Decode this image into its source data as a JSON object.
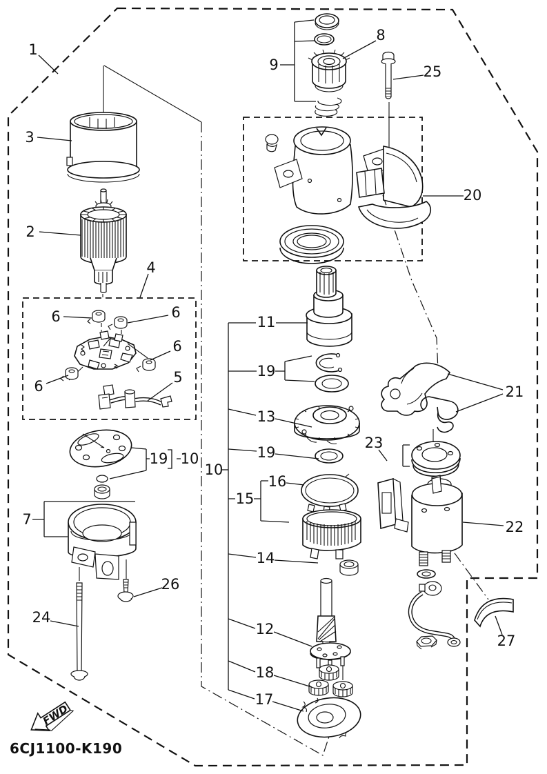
{
  "diagram": {
    "part_code": "6CJ1100-K190",
    "fwd_label": "FWD",
    "ink_color": "#111111",
    "background_color": "#ffffff",
    "callouts": [
      {
        "n": "1"
      },
      {
        "n": "3"
      },
      {
        "n": "2"
      },
      {
        "n": "4"
      },
      {
        "n": "6"
      },
      {
        "n": "6"
      },
      {
        "n": "6"
      },
      {
        "n": "6"
      },
      {
        "n": "5"
      },
      {
        "n": "19"
      },
      {
        "n": "10"
      },
      {
        "n": "7"
      },
      {
        "n": "26"
      },
      {
        "n": "24"
      },
      {
        "n": "9"
      },
      {
        "n": "8"
      },
      {
        "n": "25"
      },
      {
        "n": "20"
      },
      {
        "n": "11"
      },
      {
        "n": "19"
      },
      {
        "n": "13"
      },
      {
        "n": "19"
      },
      {
        "n": "10"
      },
      {
        "n": "16"
      },
      {
        "n": "15"
      },
      {
        "n": "14"
      },
      {
        "n": "12"
      },
      {
        "n": "18"
      },
      {
        "n": "17"
      },
      {
        "n": "21"
      },
      {
        "n": "23"
      },
      {
        "n": "22"
      },
      {
        "n": "27"
      }
    ]
  }
}
